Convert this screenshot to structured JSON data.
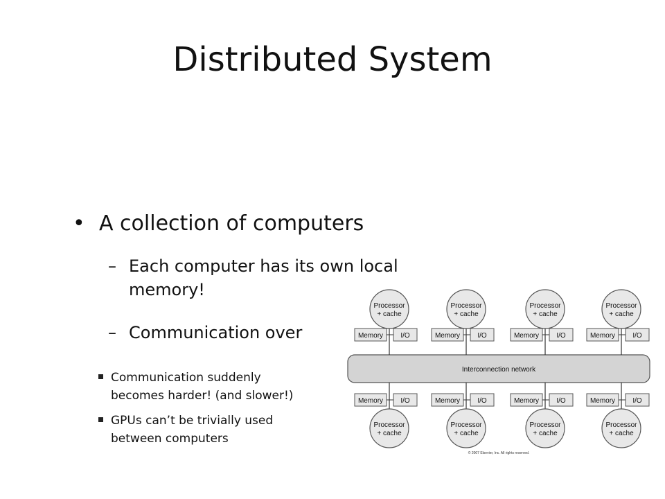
{
  "slide": {
    "title": "Distributed System",
    "bullet1": "A collection of computers",
    "bullet1_mark": "•",
    "sub_mark": "–",
    "sub1_line1": "Each computer has its own local",
    "sub1_line2": "memory!",
    "sub2": "Communication over",
    "small1_line1": "Communication suddenly",
    "small1_line2": "becomes harder! (and slower!)",
    "small2_line1": "GPUs can’t be trivially used",
    "small2_line2": "between computers"
  },
  "diagram": {
    "network_label": "Interconnection network",
    "processor_line1": "Processor",
    "processor_line2": "+ cache",
    "memory_label": "Memory",
    "io_label": "I/O",
    "copyright": "© 2007 Elsevier, Inc. All rights reserved.",
    "colors": {
      "box_fill": "#e8e8e8",
      "network_fill": "#d4d4d4",
      "stroke": "#555555"
    }
  }
}
